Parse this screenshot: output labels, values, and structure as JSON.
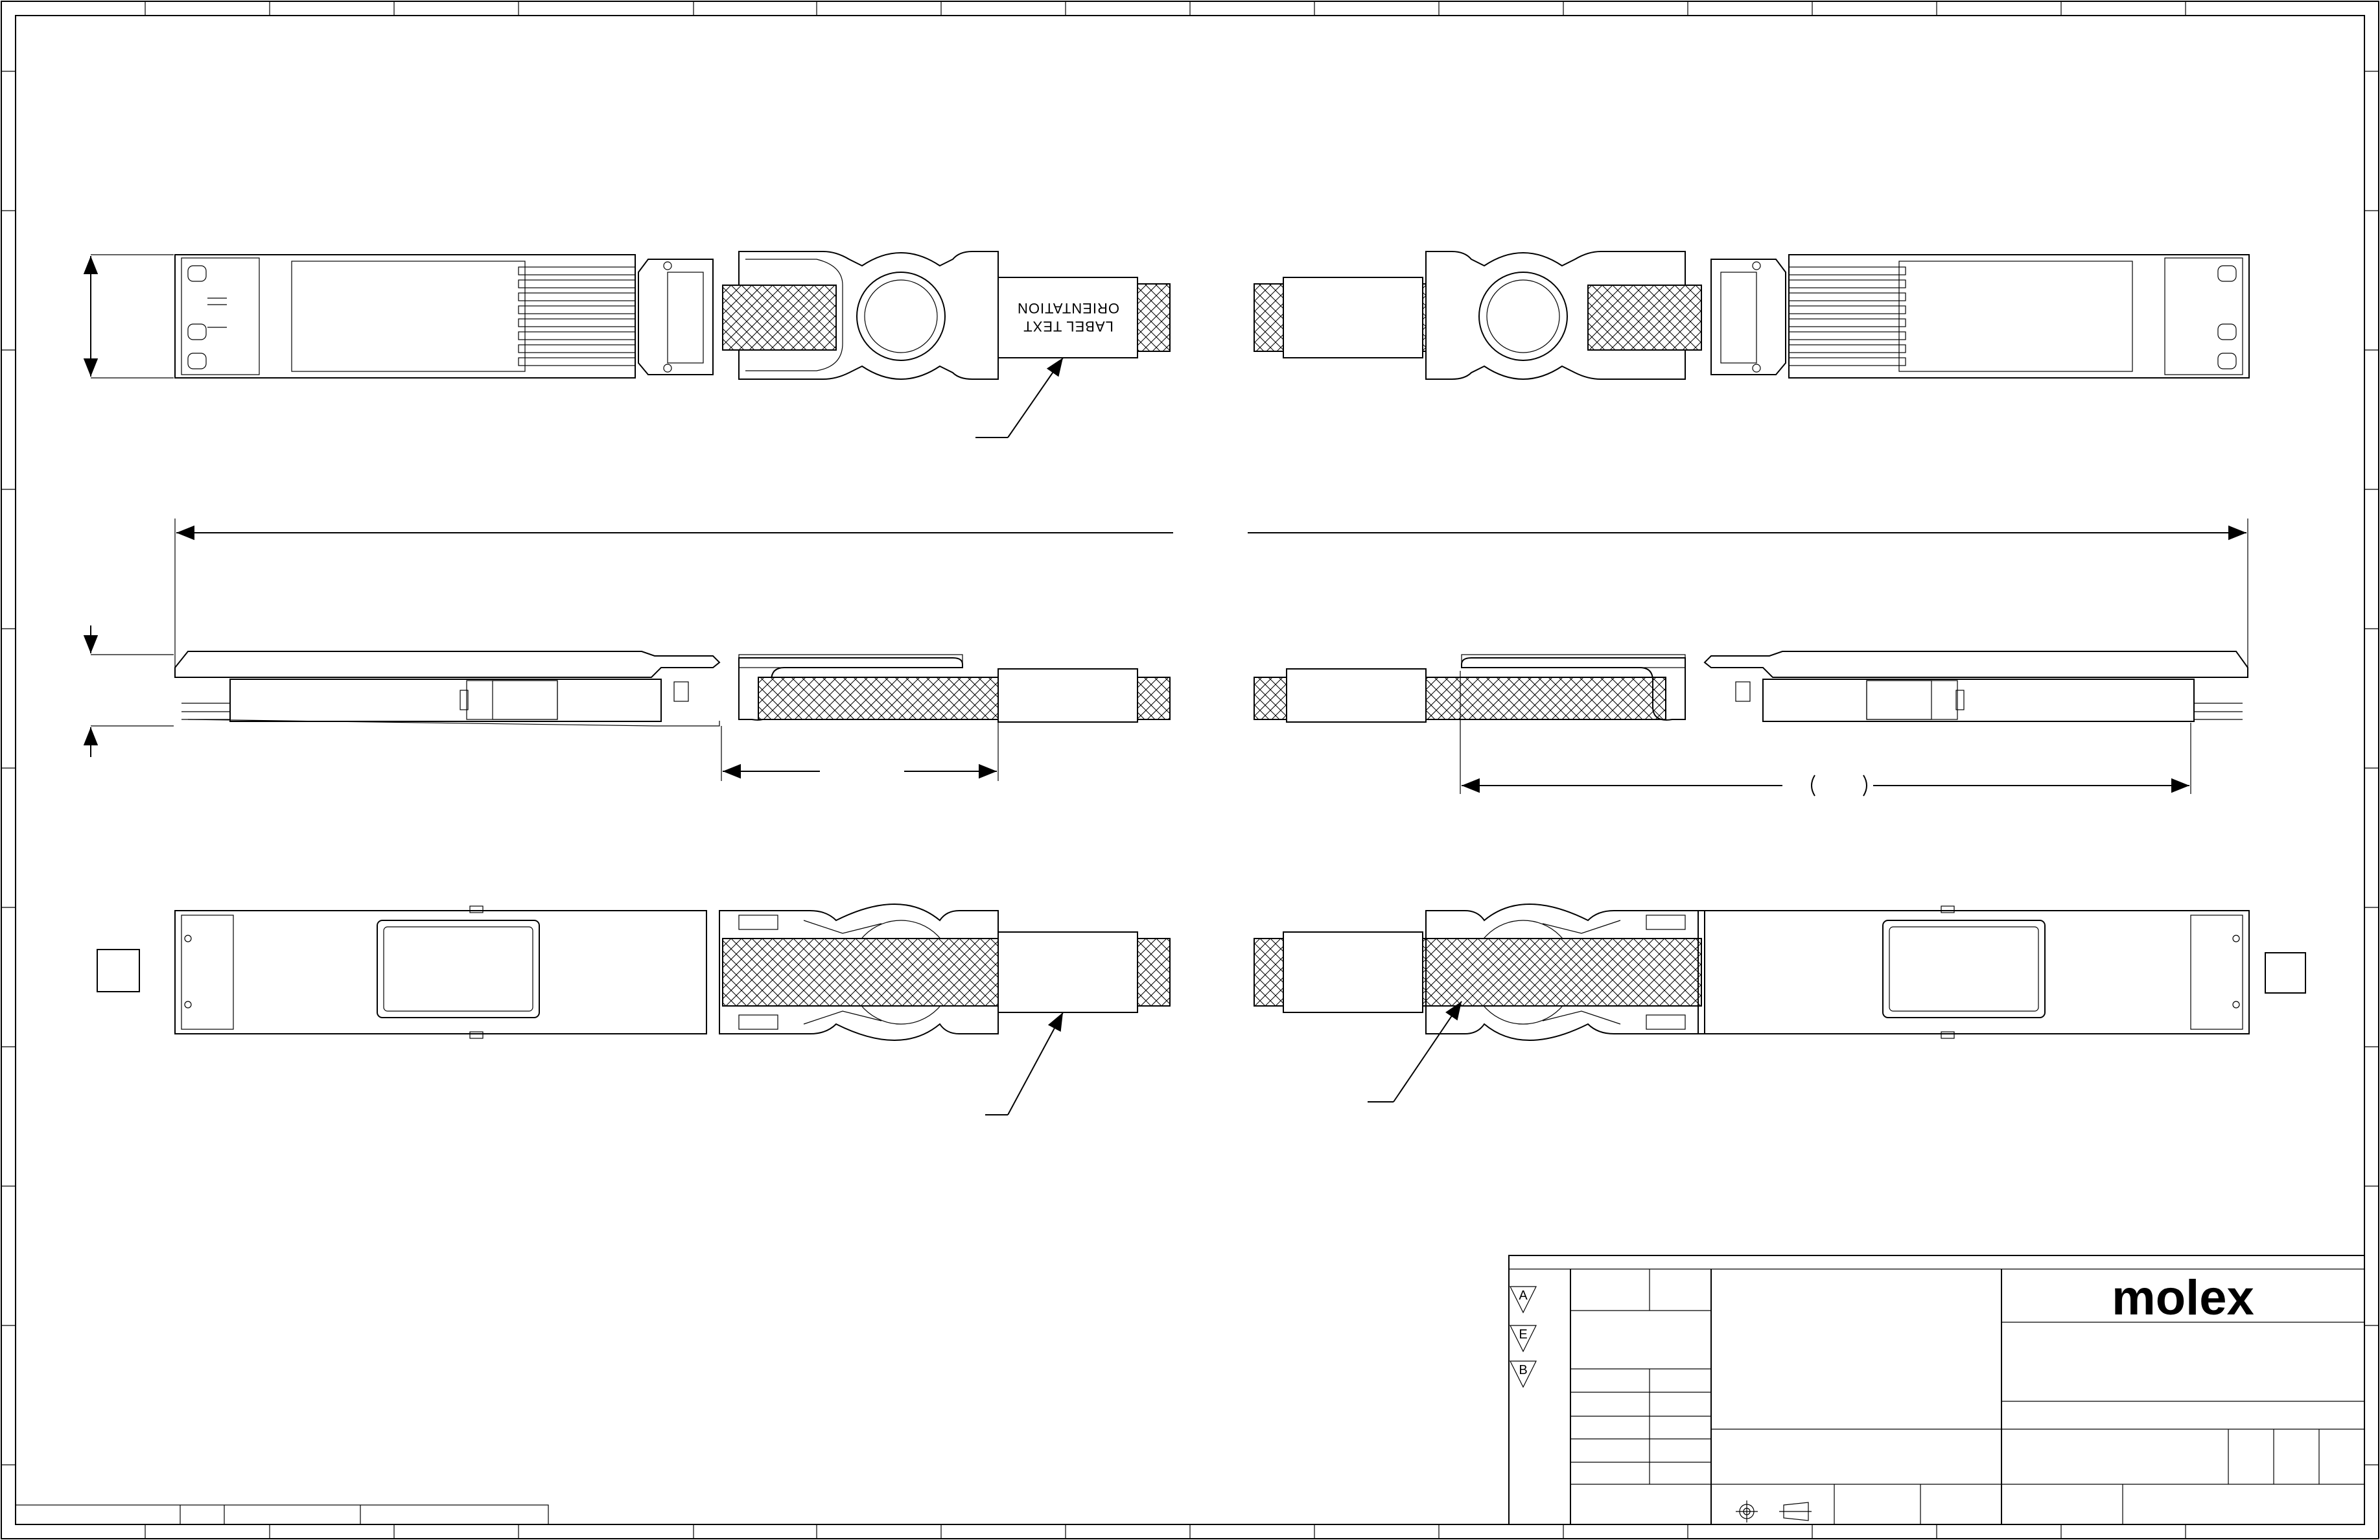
{
  "drawing": {
    "label_text": {
      "line1": "LABEL TEXT",
      "line2": "ORIENTATION"
    },
    "title_block": {
      "company_logo": "molex",
      "symbols": [
        "A",
        "E",
        "B"
      ]
    }
  },
  "icons": {
    "cable_braid": "crosshatch-pattern",
    "projection_symbol": "third-angle-projection-icon",
    "logo": "molex-logo"
  }
}
